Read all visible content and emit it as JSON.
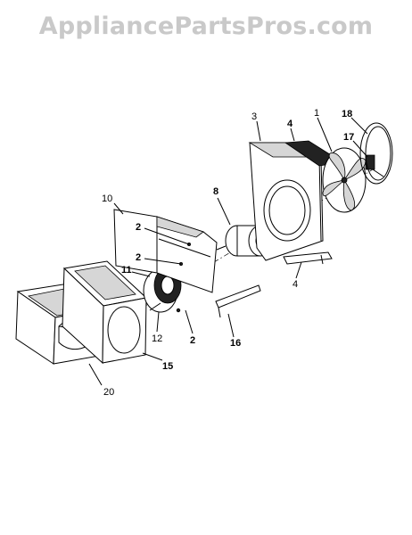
{
  "watermark": "AppliancePartsPros.com",
  "callouts": [
    {
      "id": "c-3",
      "text": "3"
    },
    {
      "id": "c-4a",
      "text": "4"
    },
    {
      "id": "c-1",
      "text": "1"
    },
    {
      "id": "c-18",
      "text": "18"
    },
    {
      "id": "c-17",
      "text": "17"
    },
    {
      "id": "c-8",
      "text": "8"
    },
    {
      "id": "c-10",
      "text": "10"
    },
    {
      "id": "c-2a",
      "text": "2"
    },
    {
      "id": "c-2b",
      "text": "2"
    },
    {
      "id": "c-11",
      "text": "11"
    },
    {
      "id": "c-4b",
      "text": "4"
    },
    {
      "id": "c-12",
      "text": "12"
    },
    {
      "id": "c-2c",
      "text": "2"
    },
    {
      "id": "c-16",
      "text": "16"
    },
    {
      "id": "c-15",
      "text": "15"
    },
    {
      "id": "c-20",
      "text": "20"
    }
  ]
}
